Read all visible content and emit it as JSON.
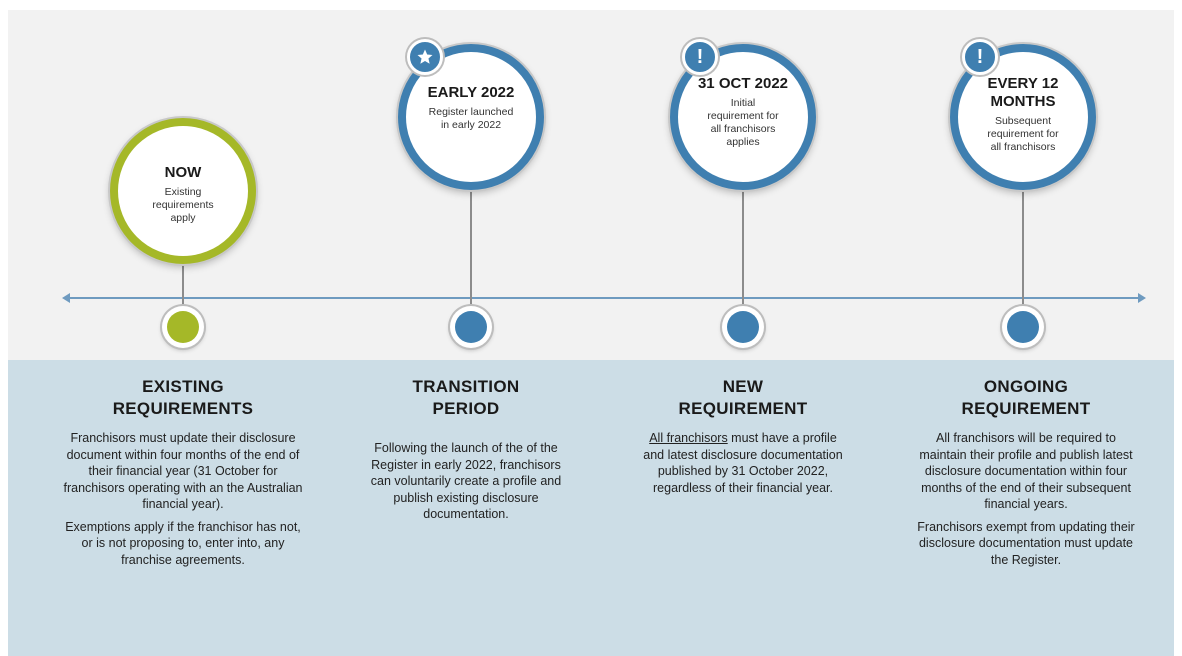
{
  "milestones": [
    {
      "title": "NOW",
      "subtitle": "Existing requirements apply",
      "badge": "",
      "color": "#a5b828"
    },
    {
      "title": "EARLY 2022",
      "subtitle": "Register launched in early 2022",
      "badge": "star-icon",
      "color": "#3f7fb0"
    },
    {
      "title": "31 OCT 2022",
      "subtitle": "Initial requirement for all franchisors applies",
      "badge": "exclamation-icon",
      "color": "#3f7fb0"
    },
    {
      "title": "EVERY 12 MONTHS",
      "subtitle": "Subsequent requirement for all franchisors",
      "badge": "exclamation-icon",
      "color": "#3f7fb0"
    }
  ],
  "columns": [
    {
      "heading": "EXISTING REQUIREMENTS",
      "paragraphs": [
        "Franchisors must update their disclosure document within four months of the end of their financial year (31 October for franchisors operating with an the Australian financial year).",
        "Exemptions apply if the franchisor has not, or is not proposing to, enter into, any franchise agreements."
      ]
    },
    {
      "heading": "TRANSITION PERIOD",
      "paragraphs": [
        "Following the launch of the of the Register in early 2022, franchisors can voluntarily create a profile and publish existing disclosure documentation."
      ]
    },
    {
      "heading": "NEW REQUIREMENT",
      "underlined_lead": "All franchisors",
      "paragraphs": [
        " must have a profile and latest disclosure documentation published by 31 October 2022, regardless of their financial year."
      ]
    },
    {
      "heading": "ONGOING REQUIREMENT",
      "paragraphs": [
        "All franchisors will be required to maintain their profile and publish latest disclosure documentation within four months of the end of their subsequent financial years.",
        "Franchisors exempt from updating their disclosure documentation must update the Register."
      ]
    }
  ],
  "colors": {
    "green": "#a5b828",
    "blue": "#3f7fb0",
    "axis": "#6f9bc0",
    "panel": "#ccdde6"
  }
}
